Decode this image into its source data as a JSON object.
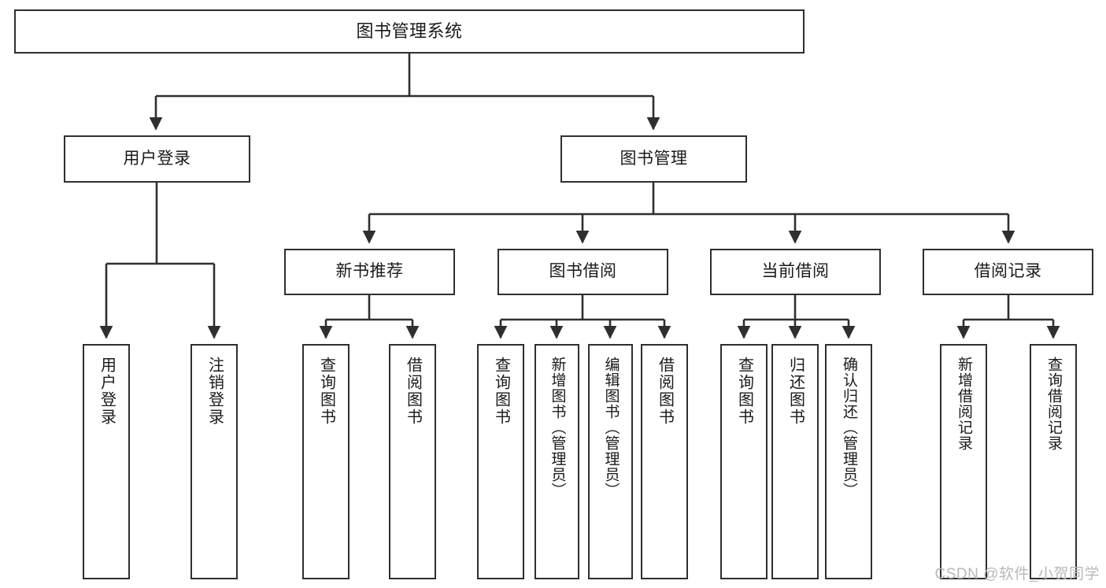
{
  "diagram": {
    "title": "图书管理系统",
    "watermark": "CSDN @软件_小贺同学",
    "colors": {
      "background": "#ffffff",
      "box_border": "#2f2f2f",
      "box_fill": "#ffffff",
      "edge": "#2f2f2f",
      "text": "#1a1a1a",
      "watermark": "#b9b9b9"
    },
    "root": {
      "label": "图书管理系统"
    },
    "level1": [
      {
        "label": "用户登录"
      },
      {
        "label": "图书管理"
      }
    ],
    "level2": [
      {
        "label": "新书推荐"
      },
      {
        "label": "图书借阅"
      },
      {
        "label": "当前借阅"
      },
      {
        "label": "借阅记录"
      }
    ],
    "leaves": {
      "user_login": [
        {
          "label": "用户登录"
        },
        {
          "label": "注销登录"
        }
      ],
      "new_book": [
        {
          "label": "查询图书"
        },
        {
          "label": "借阅图书"
        }
      ],
      "book_borrow": [
        {
          "label": "查询图书"
        },
        {
          "label": "新增图书（管理员）"
        },
        {
          "label": "编辑图书（管理员）"
        },
        {
          "label": "借阅图书"
        }
      ],
      "current_borrow": [
        {
          "label": "查询图书"
        },
        {
          "label": "归还图书"
        },
        {
          "label": "确认归还（管理员）"
        }
      ],
      "borrow_record": [
        {
          "label": "新增借阅记录"
        },
        {
          "label": "查询借阅记录"
        }
      ]
    }
  }
}
